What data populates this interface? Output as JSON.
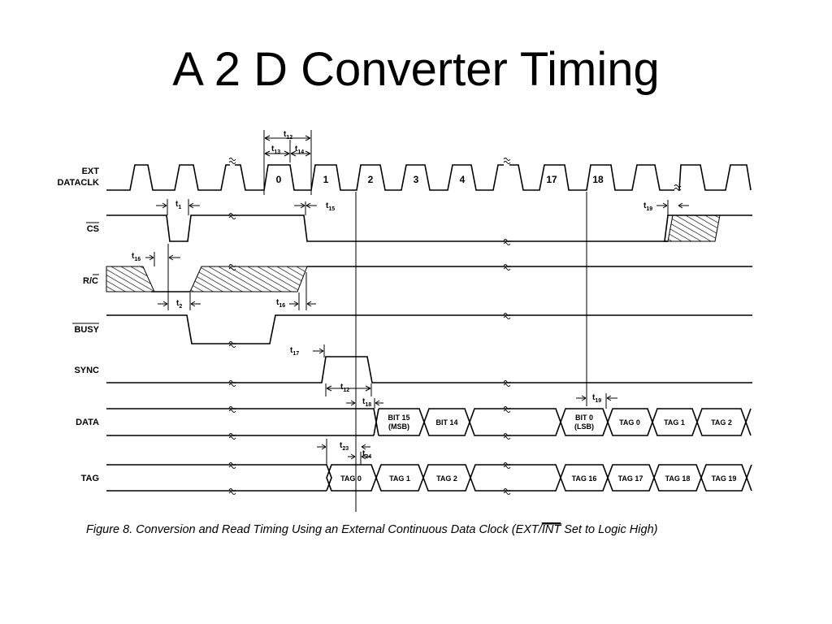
{
  "title": "A 2 D Converter Timing",
  "caption": {
    "text": "Figure 8. Conversion and Read Timing Using an External Continuous Data Clock (EXT/",
    "overline": "INT",
    "tail": " Set to Logic High)"
  },
  "signals": {
    "extclk_1": "EXT",
    "extclk_2": "DATACLK",
    "cs": "CS",
    "rc_prefix": "R/",
    "rc_bar": "C",
    "busy": "BUSY",
    "sync": "SYNC",
    "data": "DATA",
    "tag": "TAG"
  },
  "clock_numbers": {
    "n0": "0",
    "n1": "1",
    "n2": "2",
    "n3": "3",
    "n4": "4",
    "n17": "17",
    "n18": "18"
  },
  "data_boxes": {
    "bit15_a": "BIT 15",
    "bit15_b": "(MSB)",
    "bit14": "BIT 14",
    "bit0_a": "BIT 0",
    "bit0_b": "(LSB)",
    "tag0": "TAG 0",
    "tag1": "TAG 1",
    "tag2": "TAG 2"
  },
  "tag_boxes": {
    "t0": "TAG 0",
    "t1": "TAG 1",
    "t2": "TAG 2",
    "t16": "TAG 16",
    "t17": "TAG 17",
    "t18": "TAG 18",
    "t19": "TAG 19"
  },
  "timing": {
    "t": "t",
    "s12": "12",
    "s13": "13",
    "s14": "14",
    "s1": "1",
    "s15": "15",
    "s16": "16",
    "s2": "2",
    "s17": "17",
    "s18": "18",
    "s19": "19",
    "s23": "23",
    "s24": "24"
  }
}
